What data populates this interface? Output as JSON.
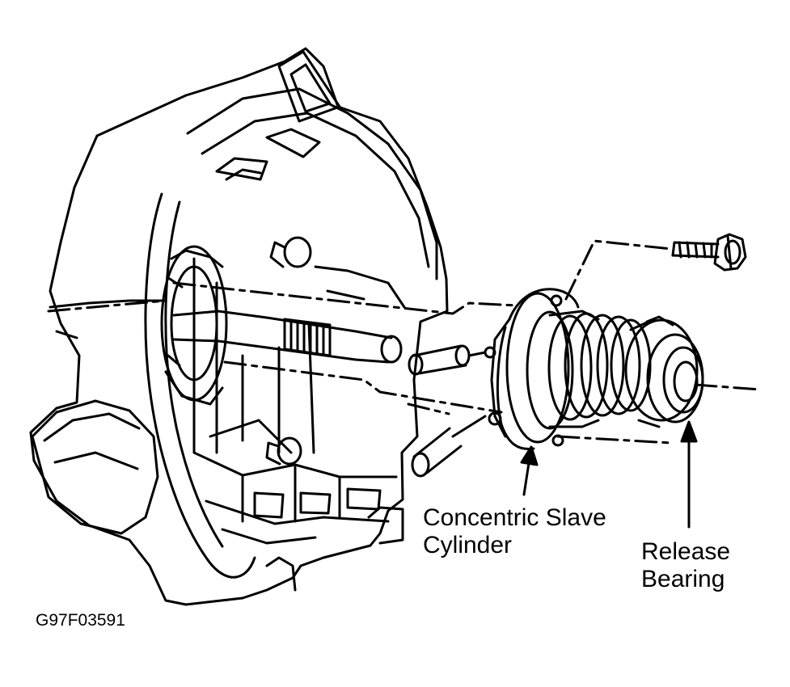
{
  "diagram": {
    "figure_code": "G97F03591",
    "labels": {
      "slave_cylinder_line1": "Concentric Slave",
      "slave_cylinder_line2": "Cylinder",
      "release_bearing_line1": "Release",
      "release_bearing_line2": "Bearing"
    },
    "colors": {
      "ink": "#000000",
      "paper": "#ffffff"
    }
  }
}
